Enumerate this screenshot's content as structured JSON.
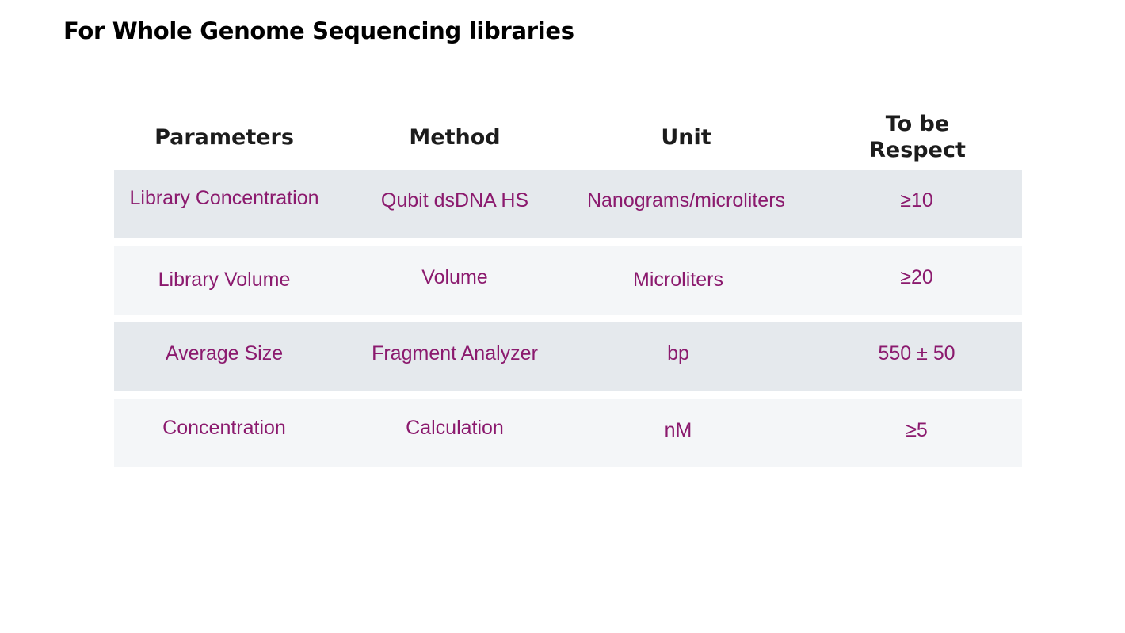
{
  "title": "For Whole Genome Sequencing libraries",
  "table": {
    "headers": {
      "parameters": "Parameters",
      "method": "Method",
      "unit": "Unit",
      "respect": "To be Respect"
    },
    "rows": [
      {
        "parameter": "Library Concentration",
        "method": "Qubit dsDNA HS",
        "unit": "Nanograms/microliters",
        "respect": "≥10"
      },
      {
        "parameter": "Library Volume",
        "method": "Volume",
        "unit": "Microliters",
        "respect": "≥20"
      },
      {
        "parameter": "Average Size",
        "method": "Fragment Analyzer",
        "unit": "bp",
        "respect": "550 ± 50"
      },
      {
        "parameter": "Concentration",
        "method": "Calculation",
        "unit": "nM",
        "respect": "≥5"
      }
    ]
  }
}
